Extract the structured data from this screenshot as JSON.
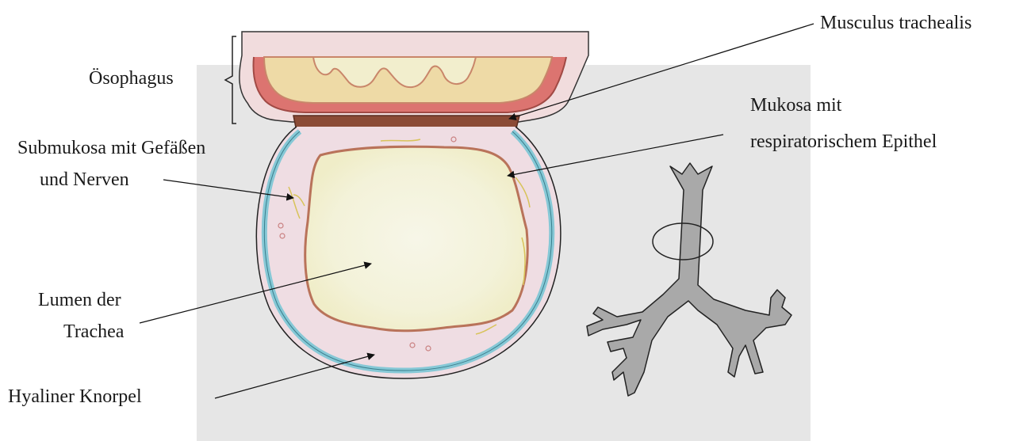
{
  "labels": {
    "musculus_trachealis": "Musculus trachealis",
    "oesophagus": "Ösophagus",
    "mukosa_line1": "Mukosa mit",
    "mukosa_line2": "respiratorischem Epithel",
    "submukosa_line1": "Submukosa mit Gefäßen",
    "submukosa_line2": "und Nerven",
    "lumen_line1": "Lumen der",
    "lumen_line2": "Trachea",
    "knorpel": "Hyaliner Knorpel"
  },
  "colors": {
    "panel_background": "#e6e6e6",
    "cartilage": "#8ccbd8",
    "submucosa": "#efdde3",
    "mucosa_border": "#b9735a",
    "lumen": "#f6f5e2",
    "muscle": "#8a4a35",
    "oesophagus_outer": "#f2dcdc",
    "oesophagus_wall": "#d96a66",
    "oesophagus_inner": "#eed9a6",
    "bronchial_tree": "#a8a8a8",
    "line": "#111111"
  }
}
